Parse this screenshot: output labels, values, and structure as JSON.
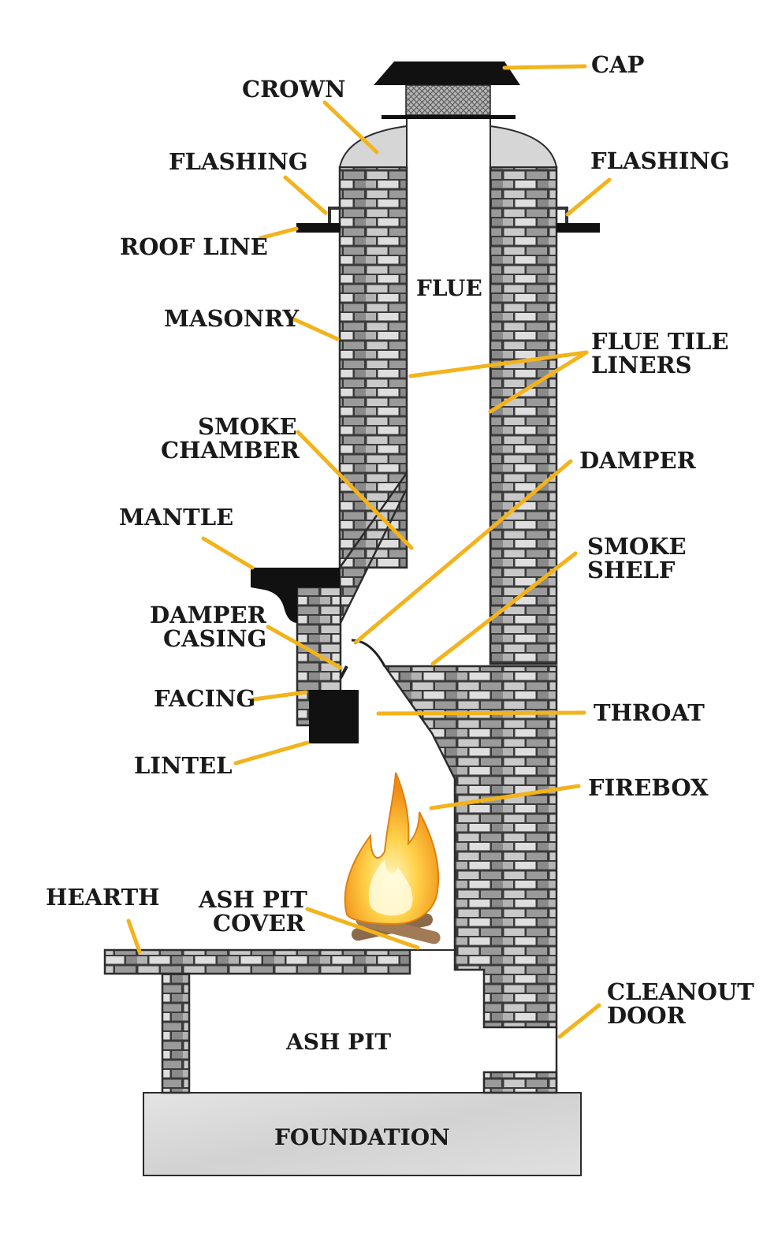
{
  "labels": {
    "cap": "CAP",
    "crown": "CROWN",
    "flashing_left": "FLASHING",
    "flashing_right": "FLASHING",
    "roof_line": "ROOF LINE",
    "flue": "FLUE",
    "masonry": "MASONRY",
    "flue_tile_liners_1": "FLUE TILE",
    "flue_tile_liners_2": "LINERS",
    "smoke_chamber_1": "SMOKE",
    "smoke_chamber_2": "CHAMBER",
    "damper": "DAMPER",
    "mantle": "MANTLE",
    "smoke_shelf_1": "SMOKE",
    "smoke_shelf_2": "SHELF",
    "damper_casing_1": "DAMPER",
    "damper_casing_2": "CASING",
    "facing": "FACING",
    "throat": "THROAT",
    "lintel": "LINTEL",
    "firebox": "FIREBOX",
    "hearth": "HEARTH",
    "ash_pit_cover_1": "ASH PIT",
    "ash_pit_cover_2": "COVER",
    "cleanout_door_1": "CLEANOUT",
    "cleanout_door_2": "DOOR",
    "ash_pit": "ASH PIT",
    "foundation": "FOUNDATION"
  },
  "colors": {
    "leader": "#f2b31c",
    "brick_mortar": "#3a3a3a",
    "crown": "#d6d6d6",
    "foundation": "#dcdcdc",
    "metal": "#111111"
  }
}
